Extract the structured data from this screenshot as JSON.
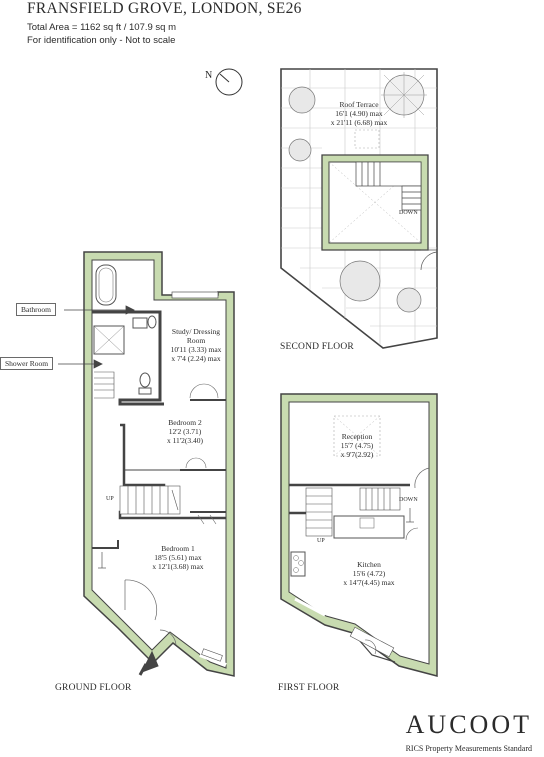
{
  "header": {
    "title": "FRANSFIELD GROVE, LONDON, SE26",
    "total_area": "Total Area = 1162 sq ft / 107.9 sq m",
    "disclaimer": "For identification only - Not to scale"
  },
  "compass": {
    "label": "N"
  },
  "floors": {
    "ground": {
      "label": "GROUND FLOOR",
      "rooms": {
        "study": {
          "name": "Study/ Dressing Room",
          "dims1": "10'11 (3.33) max",
          "dims2": "x 7'4 (2.24) max"
        },
        "bedroom2": {
          "name": "Bedroom 2",
          "dims1": "12'2 (3.71)",
          "dims2": "x 11'2(3.40)"
        },
        "bedroom1": {
          "name": "Bedroom 1",
          "dims1": "18'5 (5.61) max",
          "dims2": "x 12'1(3.68) max"
        }
      },
      "callouts": {
        "bathroom": "Bathroom",
        "shower_room": "Shower Room"
      },
      "stair_up": "UP"
    },
    "first": {
      "label": "FIRST FLOOR",
      "rooms": {
        "reception": {
          "name": "Reception",
          "dims1": "15'7 (4.75)",
          "dims2": "x 9'7(2.92)"
        },
        "kitchen": {
          "name": "Kitchen",
          "dims1": "15'6 (4.72)",
          "dims2": "x 14'7(4.45) max"
        }
      },
      "stair_up": "UP",
      "stair_down": "DOWN"
    },
    "second": {
      "label": "SECOND FLOOR",
      "rooms": {
        "roof_terrace": {
          "name": "Roof Terrace",
          "dims1": "16'1 (4.90) max",
          "dims2": "x 21'11 (6.68) max"
        }
      },
      "stair_down": "DOWN"
    }
  },
  "footer": {
    "brand": "AUCOOT",
    "standard": "RICS Property Measurements Standard"
  },
  "colors": {
    "wall_fill": "#c8dbb0",
    "wall_stroke": "#4a4a4a",
    "text": "#2b2b2b"
  }
}
